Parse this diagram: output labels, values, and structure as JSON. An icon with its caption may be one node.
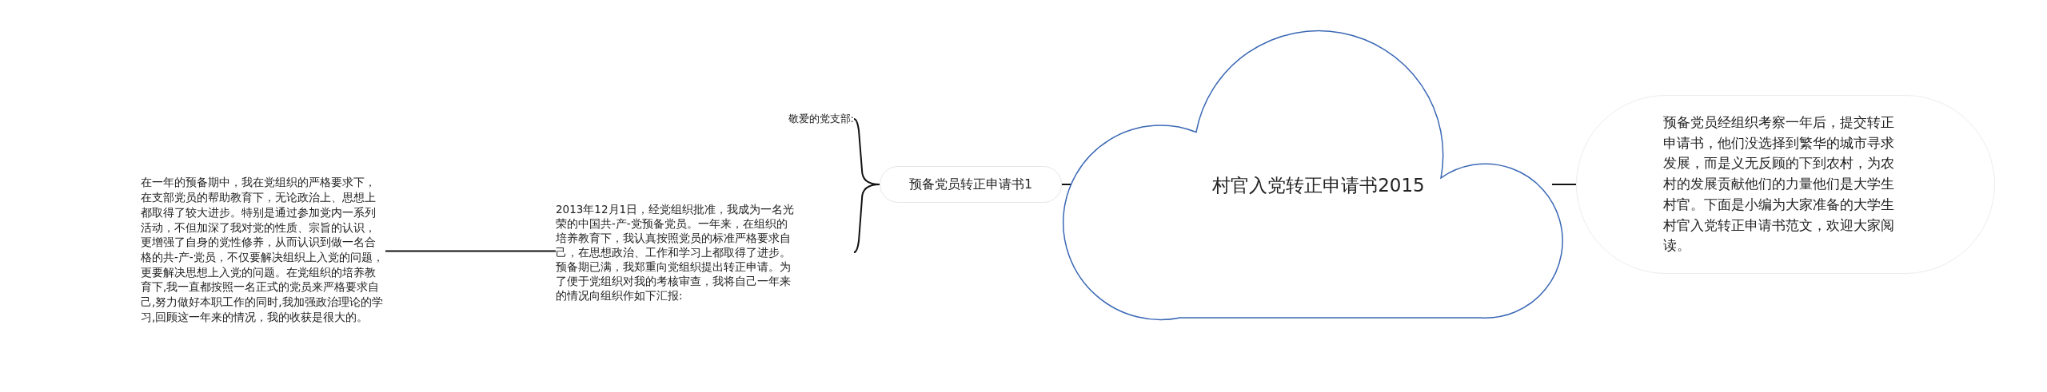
{
  "diagram": {
    "nodes": [
      {
        "text": [
          "村官入党转正申请书2015"
        ]
      },
      {
        "text": [
          "预备党员经组织考察一年后，提交转正申请书，他们没选择到繁华的城市寻求发展，而是义无反顾的下到农村，为农村的发展贡献他们的力量他们是大学生村官。下面是小编为大家准备的大学生村官入党转正申请书范文，欢迎大家阅读。"
        ]
      },
      {
        "text": [
          "预备党员转正申请书1"
        ]
      },
      {
        "text": [
          "敬爱的党支部:"
        ]
      },
      {
        "text": [
          "2013年12月1日，经党组织批准，我成为一名光荣的中国共-产-党预备党员。一年来，在组织的培养教育下，我认真按照党员的标准严格要求自己，在思想政治、工作和学习上都取得了进步。预备期已满，我郑重向党组织提出转正申请。为了便于党组织对我的考核审查，我将自己一年来的情况向组织作如下汇报:"
        ]
      },
      {
        "text": [
          "在一年的预备期中，我在党组织的严格要求下，在支部党员的帮助教育下，无论政治上、思想上都取得了较大进步。特别是通过参加党内一系列活动，不但加深了我对党的性质、宗旨的认识，更增强了自身的党性修养，从而认识到做一名合格的共-产-党员，不仅要解决组织上入党的问题，更要解决思想上入党的问题。在党组织的培养教育下,我一直都按照一名正式的党员来严格要求自己,努力做好本职工作的同时,我加强政治理论的学习,回顾这一年来的情况，我的收获是很大的。"
        ]
      }
    ],
    "edges": [
      {
        "from": 0,
        "to": 1,
        "arrow": "none"
      },
      {
        "from": 2,
        "to": 0,
        "arrow": "none"
      },
      {
        "from": 2,
        "to": 3,
        "arrow": "none"
      },
      {
        "from": 2,
        "to": 4,
        "arrow": "none"
      },
      {
        "from": 4,
        "to": 5,
        "arrow": "none"
      }
    ]
  }
}
